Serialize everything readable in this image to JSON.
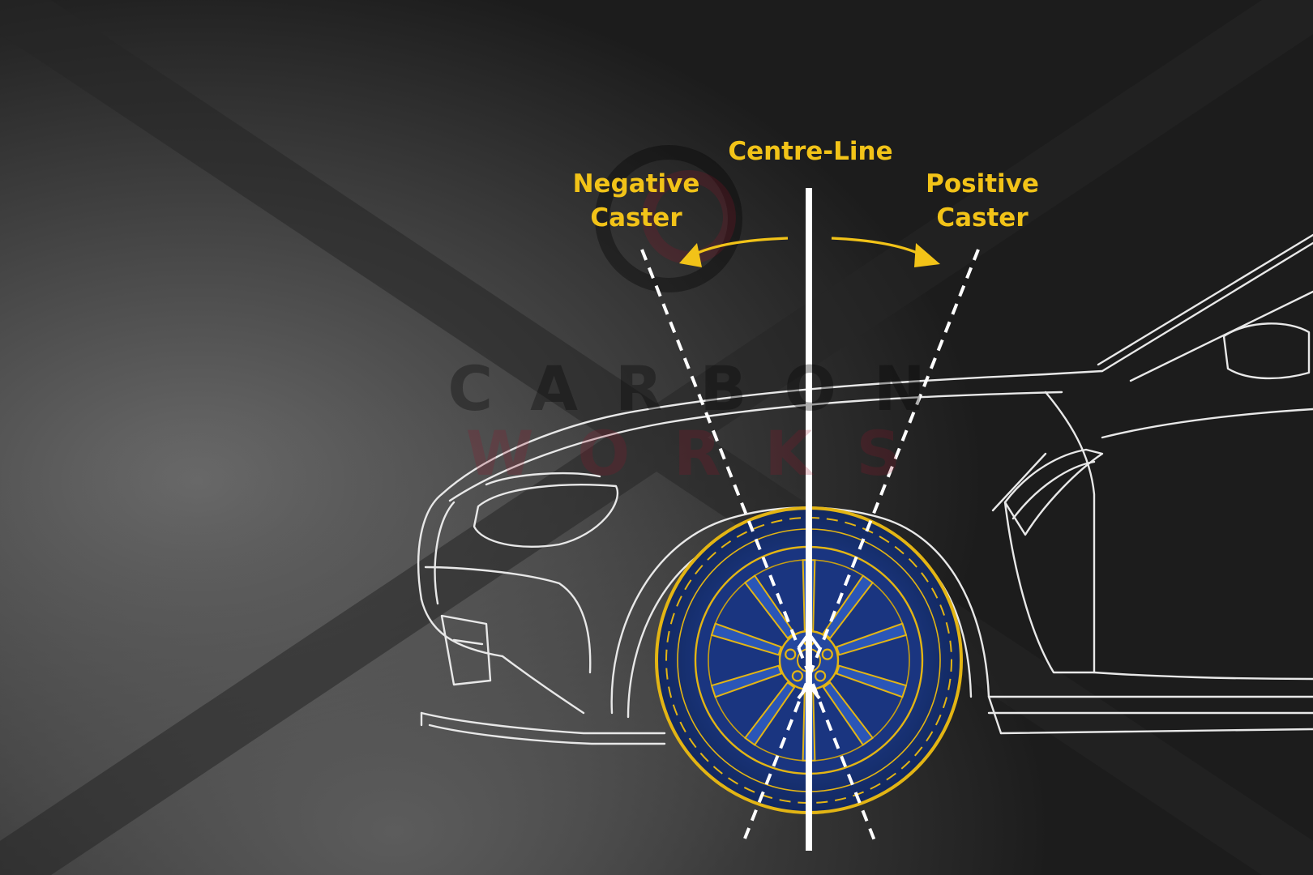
{
  "labels": {
    "centre_line": "Centre-Line",
    "negative_caster": [
      "Negative",
      "Caster"
    ],
    "positive_caster": [
      "Positive",
      "Caster"
    ]
  },
  "watermark": {
    "line1": "CARBON",
    "line2": "WORKS"
  },
  "colors": {
    "accent_yellow": "#f2c318",
    "wheel_blue": "#1f3f8c",
    "line_white": "#ffffff"
  }
}
